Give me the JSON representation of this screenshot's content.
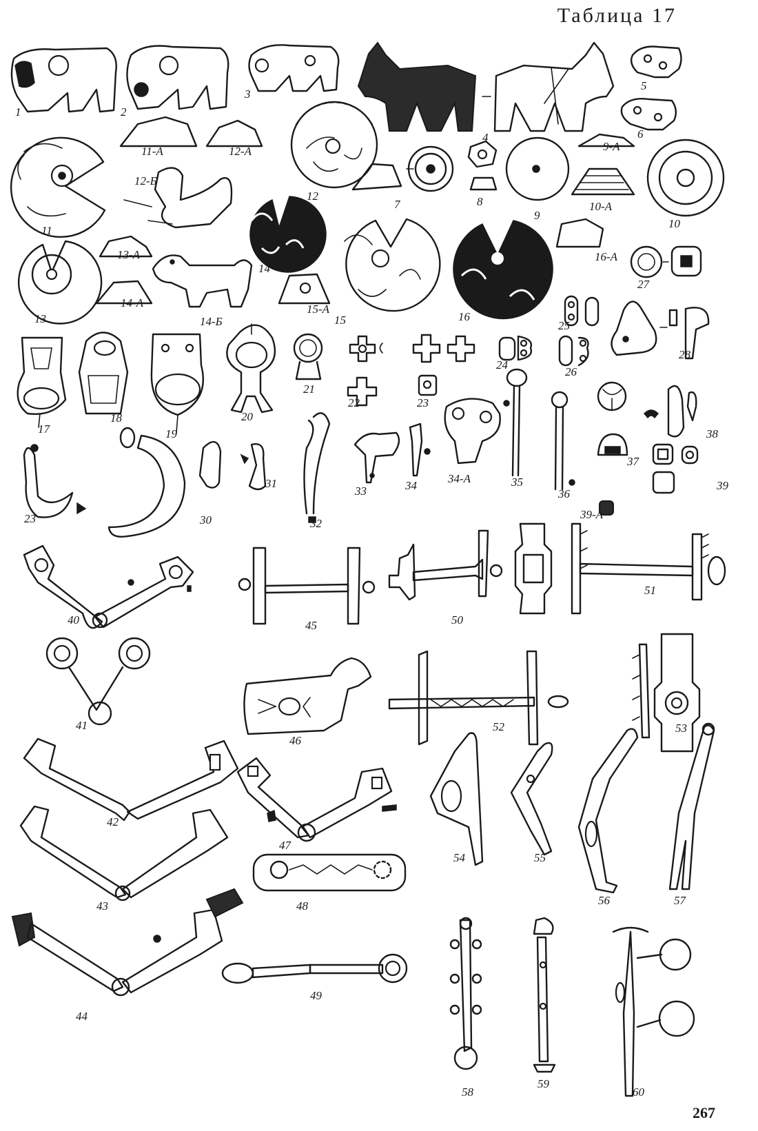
{
  "plate": {
    "title": "Таблица 17",
    "page_number": "267"
  },
  "figure_labels": [
    "1",
    "2",
    "3",
    "4",
    "5",
    "6",
    "7",
    "8",
    "9",
    "9-А",
    "10",
    "10-А",
    "11",
    "11-А",
    "12",
    "12-А",
    "12-Б",
    "13",
    "13-А",
    "14",
    "14-А",
    "14-Б",
    "15",
    "15-А",
    "16",
    "16-А",
    "17",
    "18",
    "19",
    "20",
    "21",
    "22",
    "23",
    "23",
    "24",
    "25",
    "26",
    "27",
    "28",
    "30",
    "31",
    "32",
    "33",
    "34",
    "34-А",
    "35",
    "36",
    "37",
    "38",
    "39",
    "39-А",
    "40",
    "41",
    "42",
    "43",
    "44",
    "45",
    "46",
    "47",
    "48",
    "49",
    "50",
    "51",
    "52",
    "53",
    "54",
    "55",
    "56",
    "57",
    "58",
    "59",
    "60"
  ],
  "style": {
    "ink": "#1a1a1a",
    "paper": "#ffffff"
  }
}
